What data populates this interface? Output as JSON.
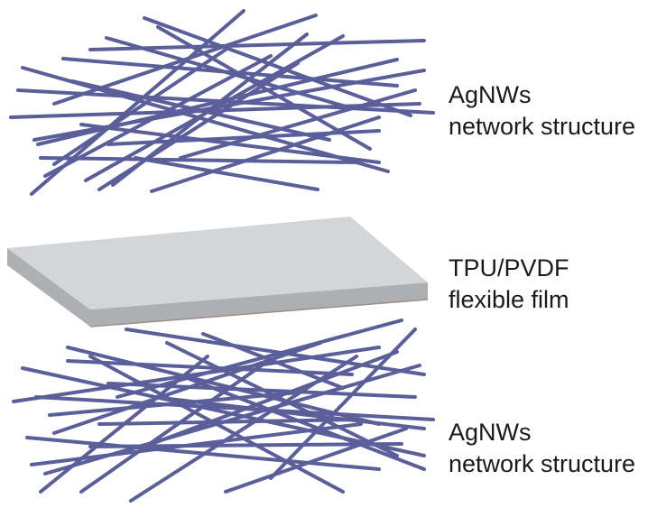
{
  "layers": [
    {
      "line1": "AgNWs",
      "line2": "network structure"
    },
    {
      "line1": "TPU/PVDF",
      "line2": "flexible film"
    },
    {
      "line1": "AgNWs",
      "line2": "network structure"
    }
  ],
  "colors": {
    "wire": "#5a5f9a",
    "film_top": "#d4d5d8",
    "film_side": "#aeafb3",
    "film_edge": "#9a8e86"
  }
}
